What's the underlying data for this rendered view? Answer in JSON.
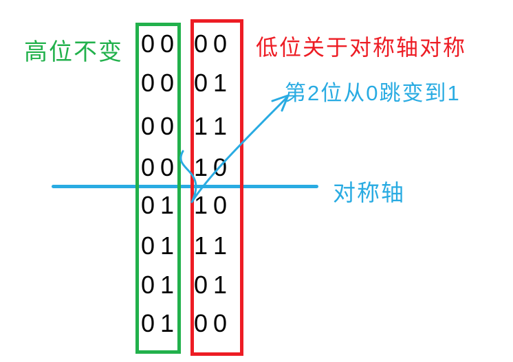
{
  "labels": {
    "high_bits": "高位不变",
    "low_bits": "低位关于对称轴对称",
    "bit_jump": "第2位从0跳变到1",
    "symmetry_axis": "对称轴"
  },
  "colors": {
    "green": "#22B14C",
    "red": "#ED1C24",
    "blue": "#29ABE2",
    "digits": "#000000"
  },
  "rows": [
    {
      "bits": [
        "0",
        "0",
        "0",
        "0"
      ]
    },
    {
      "bits": [
        "0",
        "0",
        "0",
        "1"
      ]
    },
    {
      "bits": [
        "0",
        "0",
        "1",
        "1"
      ]
    },
    {
      "bits": [
        "0",
        "0",
        "1",
        "0"
      ]
    },
    {
      "bits": [
        "0",
        "1",
        "1",
        "0"
      ]
    },
    {
      "bits": [
        "0",
        "1",
        "1",
        "1"
      ]
    },
    {
      "bits": [
        "0",
        "1",
        "0",
        "1"
      ]
    },
    {
      "bits": [
        "0",
        "1",
        "0",
        "0"
      ]
    }
  ]
}
